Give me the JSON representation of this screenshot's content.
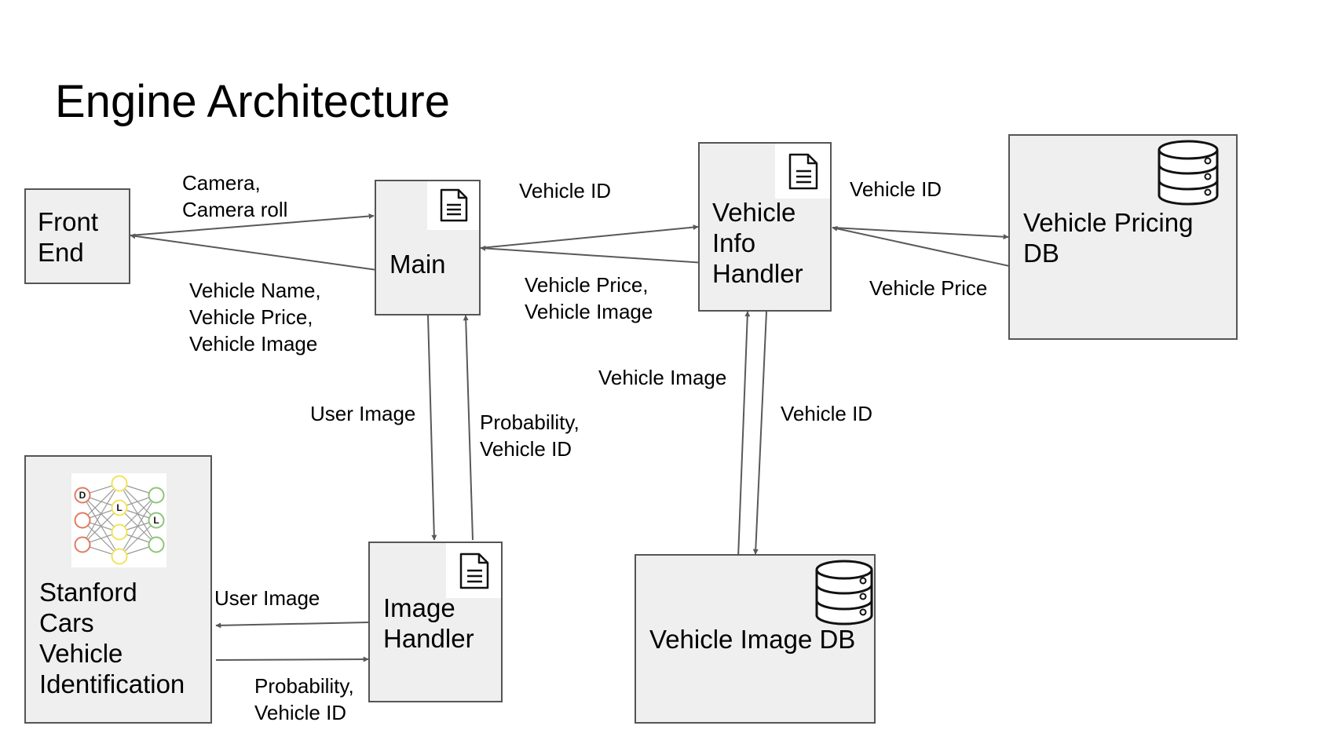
{
  "title": "Engine Architecture",
  "nodes": {
    "front_end": {
      "lines": [
        "Front",
        "End"
      ]
    },
    "main": {
      "lines": [
        "Main"
      ]
    },
    "vehicle_info_handler": {
      "lines": [
        "Vehicle",
        "Info",
        "Handler"
      ]
    },
    "vehicle_pricing_db": {
      "lines": [
        "Vehicle Pricing",
        "DB"
      ]
    },
    "image_handler": {
      "lines": [
        "Image",
        "Handler"
      ]
    },
    "vehicle_image_db": {
      "lines": [
        "Vehicle Image DB"
      ]
    },
    "stanford": {
      "lines": [
        "Stanford",
        "Cars",
        "Vehicle",
        "Identification"
      ]
    }
  },
  "edges": {
    "fe_to_main": {
      "lines": [
        "Camera,",
        "Camera roll"
      ]
    },
    "main_to_fe": {
      "lines": [
        "Vehicle Name,",
        "Vehicle Price,",
        "Vehicle Image"
      ]
    },
    "main_to_vih": {
      "lines": [
        "Vehicle ID"
      ]
    },
    "vih_to_main": {
      "lines": [
        "Vehicle Price,",
        "Vehicle Image"
      ]
    },
    "vih_to_pricing": {
      "lines": [
        "Vehicle ID"
      ]
    },
    "pricing_to_vih": {
      "lines": [
        "Vehicle Price"
      ]
    },
    "main_to_ih": {
      "lines": [
        "User Image"
      ]
    },
    "ih_to_main": {
      "lines": [
        "Probability,",
        "Vehicle ID"
      ]
    },
    "imgdb_to_vih": {
      "lines": [
        "Vehicle Image"
      ]
    },
    "vih_to_imgdb": {
      "lines": [
        "Vehicle ID"
      ]
    },
    "ih_to_stanford": {
      "lines": [
        "User Image"
      ]
    },
    "stanford_to_ih": {
      "lines": [
        "Probability,",
        "Vehicle ID"
      ]
    }
  },
  "icons": {
    "document": "document-icon",
    "database": "database-icon",
    "neural_network": "neural-network-icon",
    "nn_letters": [
      "D",
      "L",
      "L"
    ]
  },
  "colors": {
    "box_fill": "#efefef",
    "box_border": "#555555",
    "arrow": "#595959",
    "nn_input": "#e07a5f",
    "nn_hidden": "#f2e35b",
    "nn_output": "#8cc47a"
  }
}
